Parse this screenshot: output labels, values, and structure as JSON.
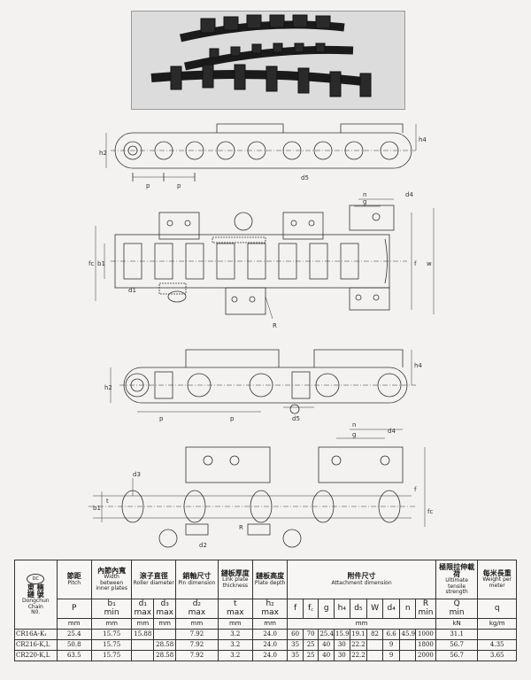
{
  "table": {
    "brand": {
      "logo_text": "DC",
      "cn": "東 楠\n鏈 號",
      "en": "Dongchun\nChain\nN0."
    },
    "headers": {
      "pitch": {
        "cn": "節距",
        "en": "Pitch",
        "sym": "P",
        "unit": "mm"
      },
      "width": {
        "cn": "內節內寬",
        "en": "Width between inner plates",
        "sym": "b₁",
        "sub": "min",
        "unit": "mm"
      },
      "roller": {
        "cn": "滾子直徑",
        "en": "Roller diameter",
        "sym1": "d₁",
        "sym2": "d₃",
        "sub": "max",
        "unit": "mm"
      },
      "pin": {
        "cn": "銷軸尺寸",
        "en": "Pin dimension",
        "sym": "d₂",
        "sub": "max",
        "unit": "mm"
      },
      "plate": {
        "cn": "鏈板厚度",
        "en": "Link plate thickness",
        "sym": "t",
        "sub": "max",
        "unit": "mm"
      },
      "depth": {
        "cn": "鏈板高度",
        "en": "Plate depth",
        "sym": "h₂",
        "sub": "max",
        "unit": "mm"
      },
      "attach": {
        "cn": "附件尺寸",
        "en": "Attachment dimension",
        "cols": [
          "f",
          "f꜀",
          "g",
          "h₄",
          "d₅",
          "W",
          "d₄",
          "n",
          "R"
        ],
        "r_sub": "min",
        "unit": "mm"
      },
      "tensile": {
        "cn": "極限拉伸載荷",
        "en": "Ultimate tensile strength",
        "sym": "Q",
        "sub": "min",
        "unit": "kN"
      },
      "weight": {
        "cn": "每米長重",
        "en": "Weight per meter",
        "sym": "q",
        "unit": "kg/m"
      }
    },
    "rows": [
      {
        "model": "CR16A-K₁",
        "cells": [
          "25.4",
          "15.75",
          "15.88",
          "",
          "7.92",
          "3.2",
          "24.0",
          "60",
          "70",
          "25.4",
          "15.9",
          "19.1",
          "82",
          "6.6",
          "45.9",
          "1000",
          "31.1",
          ""
        ]
      },
      {
        "model": "CR216-K,L",
        "cells": [
          "50.8",
          "15.75",
          "",
          "28.58",
          "7.92",
          "3.2",
          "24.0",
          "35",
          "25",
          "40",
          "30",
          "22.2",
          "",
          "9",
          "",
          "1800",
          "56.7",
          "4.35"
        ]
      },
      {
        "model": "CR220-K,L",
        "cells": [
          "63.5",
          "15.75",
          "",
          "28.58",
          "7.92",
          "3.2",
          "24.0",
          "35",
          "25",
          "40",
          "30",
          "22.2",
          "",
          "9",
          "",
          "2000",
          "56.7",
          "3.65"
        ]
      }
    ]
  },
  "dims": {
    "top": [
      "h2",
      "h4",
      "p",
      "p",
      "d5"
    ],
    "plan1": [
      "n",
      "g",
      "d4",
      "fc",
      "b1",
      "f",
      "w",
      "d1",
      "R"
    ],
    "side2": [
      "h2",
      "h4",
      "p",
      "p",
      "d5"
    ],
    "plan2": [
      "n",
      "g",
      "d4",
      "d3",
      "b1",
      "t",
      "f",
      "fc",
      "d2",
      "R"
    ]
  }
}
